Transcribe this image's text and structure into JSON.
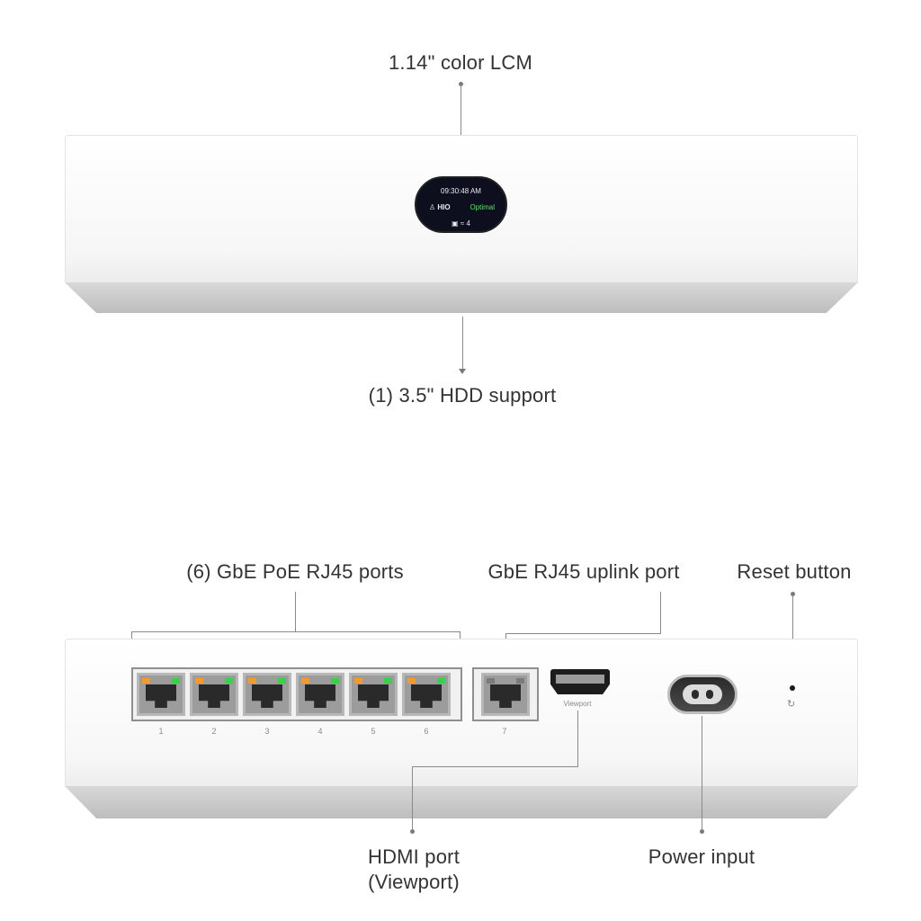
{
  "labels": {
    "lcm": "1.14\" color LCM",
    "hdd": "(1) 3.5\" HDD support",
    "poe_ports": "(6) GbE PoE RJ45 ports",
    "uplink": "GbE RJ45 uplink port",
    "reset": "Reset button",
    "hdmi_line1": "HDMI port",
    "hdmi_line2": "(Viewport)",
    "power": "Power input"
  },
  "lcm_screen": {
    "time": "09:30:48 AM",
    "name": "HIO",
    "status": "Optimal",
    "count": "≈ 4"
  },
  "ports": {
    "poe": [
      "1",
      "2",
      "3",
      "4",
      "5",
      "6"
    ],
    "uplink": "7",
    "hdmi_text": "Viewport",
    "reset_icon": "reset-icon"
  },
  "colors": {
    "led_amber": "#f39a2f",
    "led_green": "#37d24a",
    "status_green": "#5fe36b",
    "screen_bg": "#0d0f1e"
  }
}
